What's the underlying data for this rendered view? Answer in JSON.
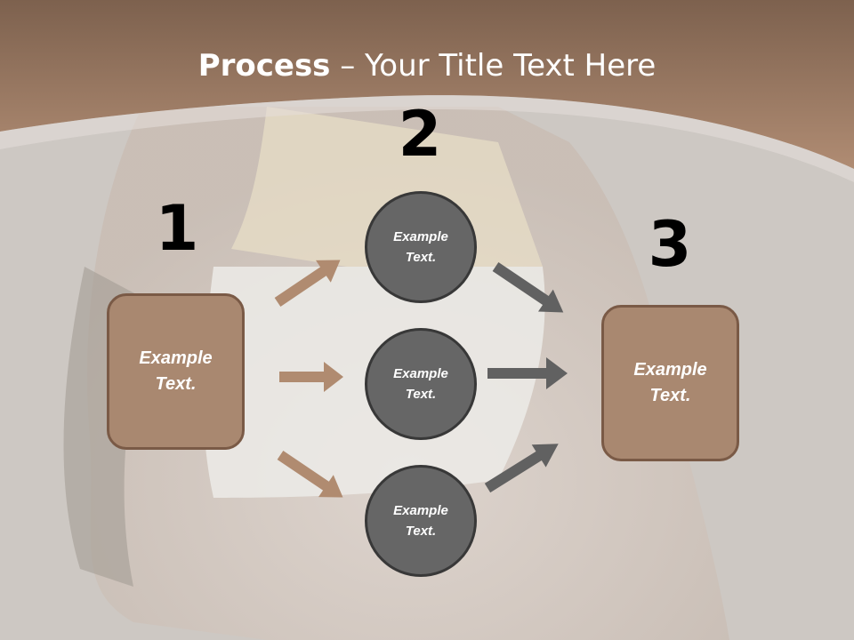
{
  "title": {
    "bold": "Process",
    "rest": " – Your Title Text Here"
  },
  "steps": {
    "one": "1",
    "two": "2",
    "three": "3"
  },
  "left_box": {
    "text": "Example\nText."
  },
  "right_box": {
    "text": "Example\nText."
  },
  "circles": [
    {
      "text": "Example\nText."
    },
    {
      "text": "Example\nText."
    },
    {
      "text": "Example\nText."
    }
  ],
  "colors": {
    "header": "#9b7760",
    "box": "#a98870",
    "circle": "#666666",
    "arrow_tan": "#b08b70",
    "arrow_gray": "#616161"
  }
}
